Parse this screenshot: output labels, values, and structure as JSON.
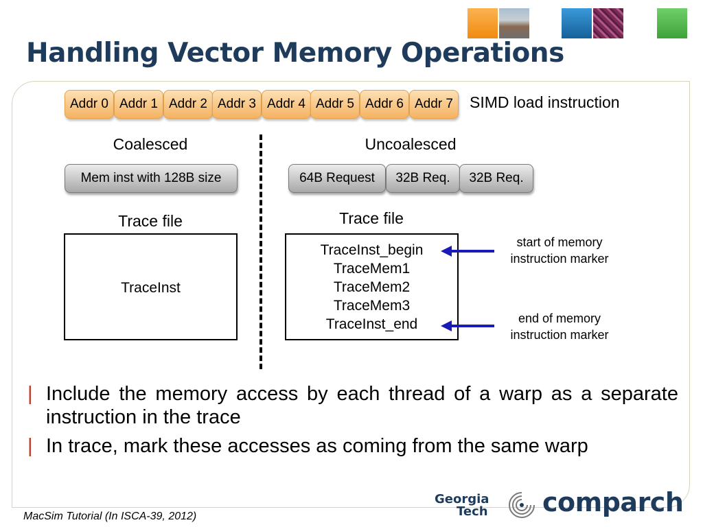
{
  "slide": {
    "title": "Handling Vector Memory Operations",
    "addresses": [
      "Addr 0",
      "Addr 1",
      "Addr 2",
      "Addr 3",
      "Addr 4",
      "Addr 5",
      "Addr 6",
      "Addr 7"
    ],
    "simd_label": "SIMD load instruction",
    "coalesced": {
      "heading": "Coalesced",
      "request": "Mem inst with 128B size",
      "trace_heading": "Trace file",
      "trace_lines": [
        "TraceInst"
      ]
    },
    "uncoalesced": {
      "heading": "Uncoalesced",
      "requests": [
        "64B Request",
        "32B Req.",
        "32B Req."
      ],
      "trace_heading": "Trace file",
      "trace_lines": [
        "TraceInst_begin",
        "TraceMem1",
        "TraceMem2",
        "TraceMem3",
        "TraceInst_end"
      ]
    },
    "markers": {
      "start": [
        "start of memory",
        "instruction marker"
      ],
      "end": [
        "end of memory",
        "instruction marker"
      ]
    },
    "bullets": [
      {
        "mark": "|",
        "text": "Include the memory access by each thread of a warp as a separate instruction in the trace"
      },
      {
        "mark": "|",
        "text": "In trace, mark these accesses as coming from the same warp"
      }
    ],
    "footer": "MacSim Tutorial (In ISCA-39, 2012)",
    "logos": {
      "gt_line1": "Georgia",
      "gt_line2": "Tech",
      "comparch": "comparch"
    }
  },
  "colors": {
    "title": "#1f3b5c",
    "addr_fill": "#f5b363",
    "arrow": "#1a1ab8",
    "bullet_mark": "#c0392b",
    "square_orange": "#f5a030",
    "square_blue": "#1f78b4",
    "square_green": "#4caf50"
  }
}
